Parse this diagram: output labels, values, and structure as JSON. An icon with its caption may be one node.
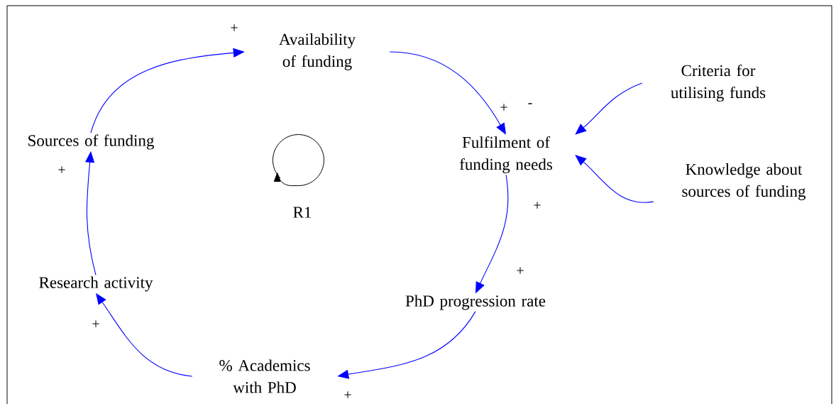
{
  "diagram": {
    "nodes": [
      {
        "text": [
          "Availability of funding"
        ]
      },
      {
        "text": [
          "Fulfilment of funding needs"
        ]
      },
      {
        "text": [
          "Criteria for utilising funds"
        ]
      },
      {
        "text": [
          "Knowledge about sources of funding"
        ]
      },
      {
        "text": [
          "PhD progression rate"
        ]
      },
      {
        "text": [
          "% Academics with PhD"
        ]
      },
      {
        "text": [
          "Research activity"
        ]
      },
      {
        "text": [
          "Sources of funding"
        ]
      }
    ],
    "edges": [
      {
        "from": 7,
        "to": 0,
        "arrow": "to",
        "label": "+"
      },
      {
        "from": 0,
        "to": 1,
        "arrow": "to",
        "label": "+"
      },
      {
        "from": 2,
        "to": 1,
        "arrow": "to",
        "label": "-"
      },
      {
        "from": 3,
        "to": 1,
        "arrow": "to",
        "label": "+"
      },
      {
        "from": 1,
        "to": 4,
        "arrow": "to",
        "label": "+"
      },
      {
        "from": 4,
        "to": 5,
        "arrow": "to",
        "label": "+"
      },
      {
        "from": 5,
        "to": 6,
        "arrow": "to",
        "label": "+"
      },
      {
        "from": 6,
        "to": 7,
        "arrow": "to",
        "label": "+"
      }
    ],
    "labels": [
      "R1"
    ]
  }
}
